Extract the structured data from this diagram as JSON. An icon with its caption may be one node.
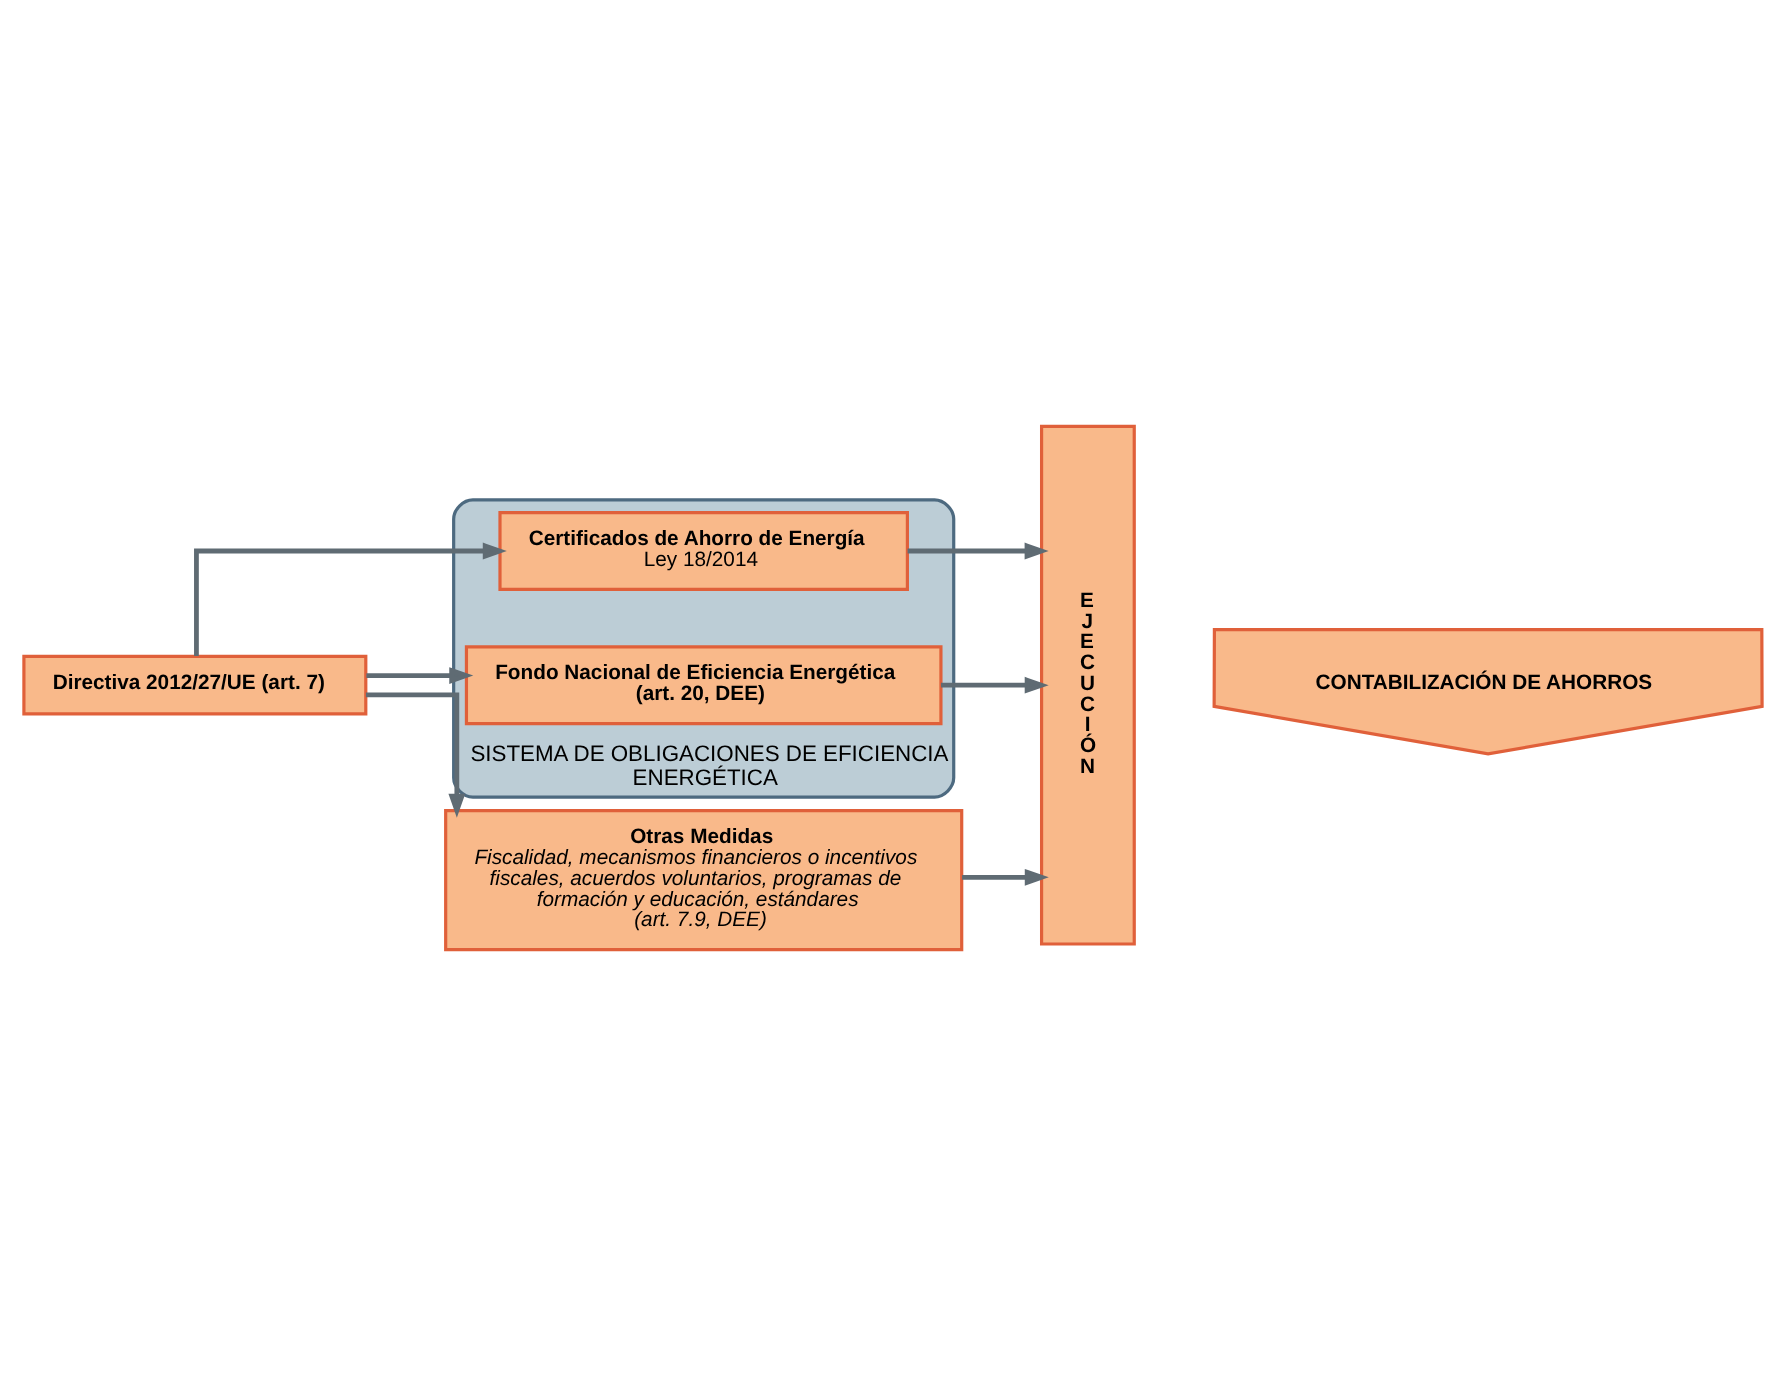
{
  "diagram": {
    "nodes": [
      {
        "text": [
          "Directiva 2012/27/UE (art. 7)"
        ]
      },
      {
        "text": [
          "SISTEMA DE OBLIGACIONES DE EFICIENCIA ENERGÉTICA"
        ]
      },
      {
        "text": [
          "Certificados de Ahorro de Energía",
          "Ley 18/2014"
        ],
        "in": 1
      },
      {
        "text": [
          "Fondo Nacional de Eficiencia Energética",
          "(art. 20, DEE)"
        ],
        "in": 1
      },
      {
        "text": [
          "Otras Medidas",
          "Fiscalidad, mecanismos financieros o incentivos fiscales, acuerdos voluntarios, programas de formación y educación, estándares",
          "(art. 7.9, DEE)"
        ]
      },
      {
        "text": [
          "E J E C U C I Ó N"
        ]
      },
      {
        "text": [
          "CONTABILIZACIÓN DE AHORROS"
        ]
      }
    ],
    "edges": [
      {
        "from": 0,
        "to": 2,
        "arrow": "to"
      },
      {
        "from": 0,
        "to": 3,
        "arrow": "to"
      },
      {
        "from": 0,
        "to": 4,
        "arrow": "to"
      },
      {
        "from": 2,
        "to": 5,
        "arrow": "to"
      },
      {
        "from": 3,
        "to": 5,
        "arrow": "to"
      },
      {
        "from": 4,
        "to": 5,
        "arrow": "to"
      }
    ]
  }
}
